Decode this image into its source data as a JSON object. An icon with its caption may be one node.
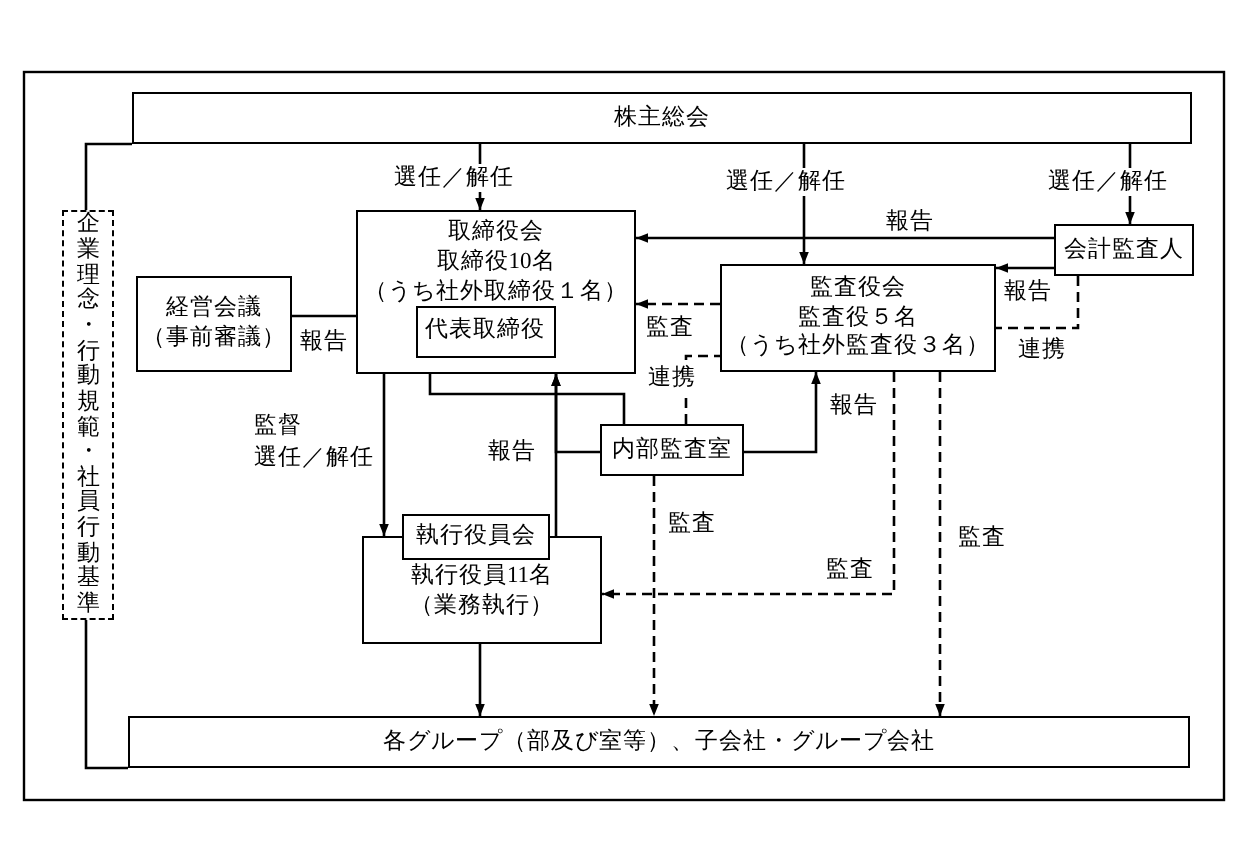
{
  "diagram": {
    "nodes": [
      {
        "text": [
          "株主総会"
        ]
      },
      {
        "text": [
          "取締役会",
          "取締役10名",
          "（うち社外取締役１名）"
        ]
      },
      {
        "text": [
          "代表取締役"
        ],
        "in": 1
      },
      {
        "text": [
          "経営会議",
          "（事前審議）"
        ]
      },
      {
        "text": [
          "監査役会",
          "監査役５名",
          "（うち社外監査役３名）"
        ]
      },
      {
        "text": [
          "会計監査人"
        ]
      },
      {
        "text": [
          "内部監査室"
        ]
      },
      {
        "text": [
          "執行役員11名",
          "（業務執行）"
        ]
      },
      {
        "text": [
          "執行役員会"
        ]
      },
      {
        "text": [
          "各グループ（部及び室等）、子会社・グループ会社"
        ]
      },
      {
        "text": [
          "企業理念・行動規範・社員行動基準"
        ]
      }
    ],
    "edges": [
      {
        "from": 0,
        "to": 1,
        "arrow": "to",
        "label": "選任／解任"
      },
      {
        "from": 0,
        "to": 4,
        "arrow": "to",
        "label": "選任／解任"
      },
      {
        "from": 0,
        "to": 5,
        "arrow": "to",
        "label": "選任／解任"
      },
      {
        "from": 5,
        "to": 1,
        "arrow": "to",
        "label": "報告"
      },
      {
        "from": 5,
        "to": 4,
        "arrow": "to",
        "label": "報告"
      },
      {
        "from": 5,
        "to": 4,
        "arrow": "none",
        "label": "連携",
        "style": "dashed"
      },
      {
        "from": 4,
        "to": 1,
        "arrow": "to",
        "label": "監査",
        "style": "dashed"
      },
      {
        "from": 6,
        "to": 4,
        "arrow": "none",
        "label": "連携",
        "style": "dashed"
      },
      {
        "from": 6,
        "to": 4,
        "arrow": "to",
        "label": "報告"
      },
      {
        "from": 1,
        "to": 6,
        "arrow": "none"
      },
      {
        "from": 7,
        "to": 1,
        "arrow": "to",
        "label": "報告"
      },
      {
        "from": 6,
        "to": 1,
        "arrow": "to"
      },
      {
        "from": 1,
        "to": 7,
        "arrow": "to",
        "label": "選任／解任"
      },
      {
        "from": 3,
        "to": 1,
        "arrow": "none",
        "label": "報告"
      },
      {
        "from": 4,
        "to": 7,
        "arrow": "to",
        "label": "監査",
        "style": "dashed"
      },
      {
        "from": 6,
        "to": 9,
        "arrow": "to",
        "label": "監査",
        "style": "dashed"
      },
      {
        "from": 4,
        "to": 9,
        "arrow": "to",
        "label": "監査",
        "style": "dashed"
      },
      {
        "from": 7,
        "to": 9,
        "arrow": "to"
      },
      {
        "from": 10,
        "to": 0,
        "arrow": "none"
      },
      {
        "from": 10,
        "to": 9,
        "arrow": "none"
      }
    ],
    "labels": [
      "監督"
    ]
  }
}
